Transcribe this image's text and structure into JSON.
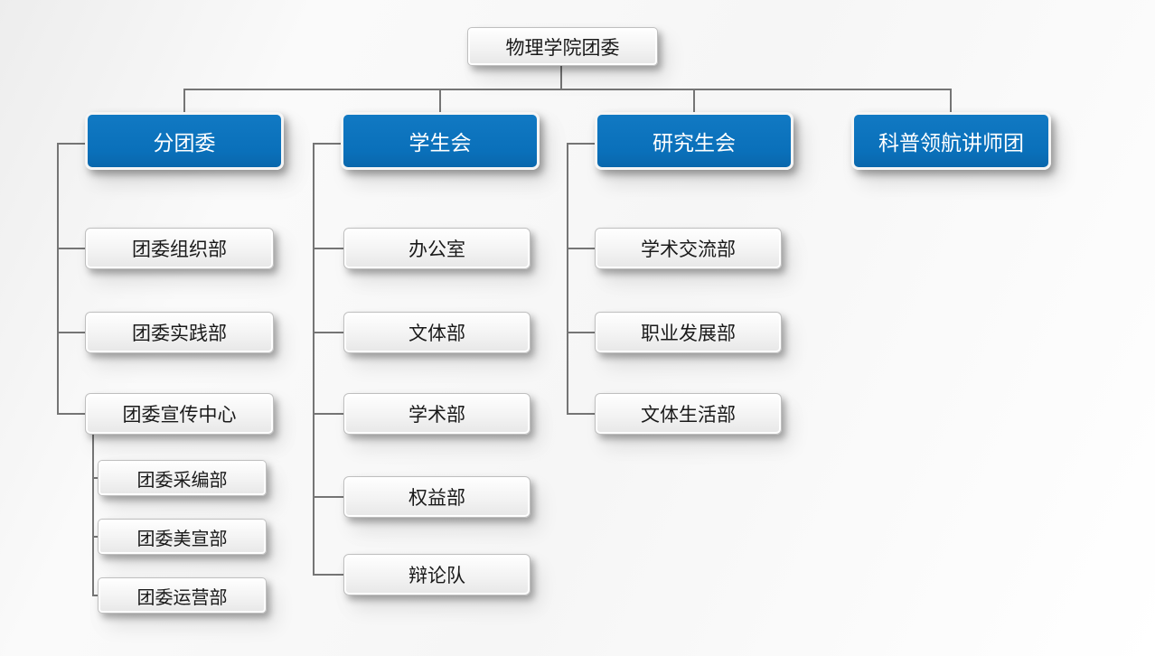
{
  "diagram_type": "org-chart",
  "title": "物理学院团委",
  "branches": [
    {
      "label": "分团委",
      "children": [
        "团委组织部",
        "团委实践部",
        "团委宣传中心"
      ],
      "subparent": "团委宣传中心",
      "subchildren": [
        "团委采编部",
        "团委美宣部",
        "团委运营部"
      ]
    },
    {
      "label": "学生会",
      "children": [
        "办公室",
        "文体部",
        "学术部",
        "权益部",
        "辩论队"
      ]
    },
    {
      "label": "研究生会",
      "children": [
        "学术交流部",
        "职业发展部",
        "文体生活部"
      ]
    },
    {
      "label": "科普领航讲师团",
      "children": []
    }
  ],
  "colors": {
    "branch_fill": "#0a70ba",
    "branch_border": "#f5f5f5",
    "branch_text": "#ffffff",
    "node_fill_top": "#ffffff",
    "node_fill_bottom": "#e7e7e7",
    "node_border": "#bfbfbf",
    "node_text": "#1a1a1a",
    "connector": "#757575",
    "canvas_bg": "#f9f9f9"
  }
}
